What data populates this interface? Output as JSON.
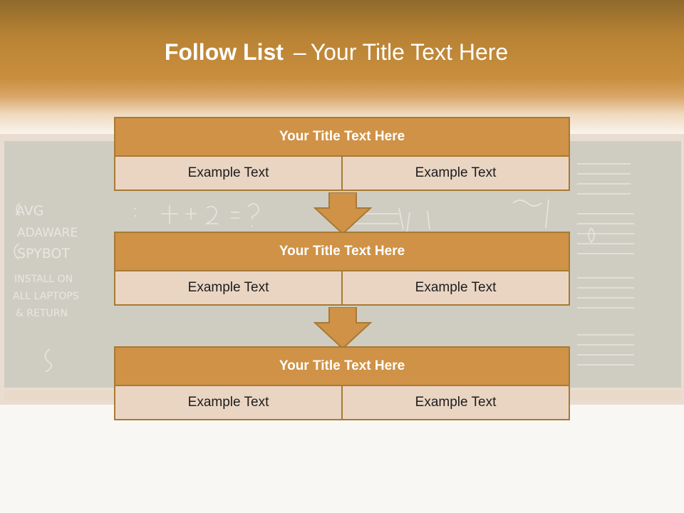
{
  "slide": {
    "title_bold": "Follow List",
    "title_dash": "–",
    "title_rest": "Your Title Text Here"
  },
  "colors": {
    "header_brown": "#c98f3e",
    "block_title": "#cf9246",
    "block_cell": "#ead5c3",
    "border": "#a77a35",
    "arrow": "#cf9246"
  },
  "blocks": [
    {
      "title": "Your Title Text Here",
      "cells": [
        "Example Text",
        "Example Text"
      ]
    },
    {
      "title": "Your Title Text Here",
      "cells": [
        "Example Text",
        "Example Text"
      ]
    },
    {
      "title": "Your Title Text Here",
      "cells": [
        "Example Text",
        "Example Text"
      ]
    }
  ],
  "background_board_text": [
    "AVG",
    "ADAWARE",
    "SPYBOT",
    "INSTALL ON",
    "ALL LAPTOPS",
    "& RETURN"
  ]
}
